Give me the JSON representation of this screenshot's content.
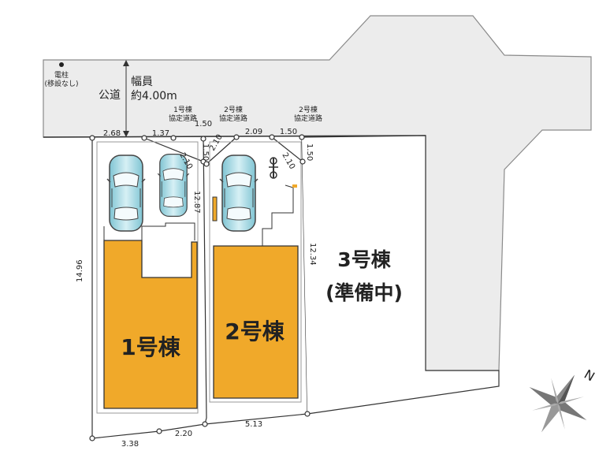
{
  "road": {
    "type": "公道",
    "width_label": "幅員",
    "width_value": "約4.00m"
  },
  "pole": {
    "label": "電柱",
    "note": "(移設なし)"
  },
  "buildings": [
    {
      "label": "1号棟",
      "color": "#f0a92a"
    },
    {
      "label": "2号棟",
      "color": "#f0a92a"
    },
    {
      "label": "3号棟",
      "status": "(準備中)"
    }
  ],
  "easements": [
    {
      "line1": "1号棟",
      "line2": "協定道路"
    },
    {
      "line1": "2号棟",
      "line2": "協定道路"
    },
    {
      "line1": "2号棟",
      "line2": "協定道路"
    }
  ],
  "dimensions": {
    "top_2_68": "2.68",
    "top_1_37": "1.37",
    "top_1_50_a": "1.50",
    "top_2_09": "2.09",
    "top_1_50_b": "1.50",
    "diag_2_10_a": "2.10",
    "diag_2_10_b": "2.10",
    "diag_2_10_c": "2.10",
    "v_1_50_a": "1.50",
    "v_1_50_b": "1.50",
    "left_14_96": "14.96",
    "mid_12_87": "12.87",
    "right_12_34": "12.34",
    "bottom_3_38": "3.38",
    "bottom_2_20": "2.20",
    "bottom_5_13": "5.13"
  },
  "compass": {
    "north": "N"
  },
  "colors": {
    "road": "#ececec",
    "building": "#f0a92a",
    "car": "#9fd3df",
    "line": "#333333"
  }
}
